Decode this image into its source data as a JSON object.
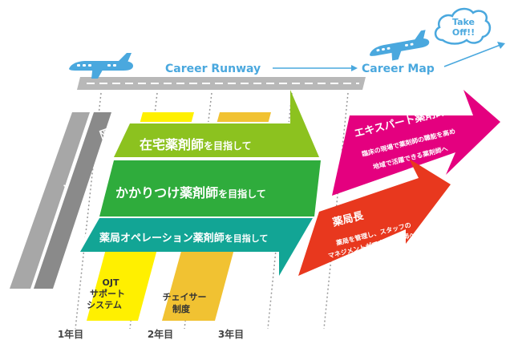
{
  "header": {
    "runway_label": "Career Runway",
    "map_label": "Career Map",
    "takeoff_line1": "Take",
    "takeoff_line2": "Off!!"
  },
  "stages": {
    "entry": "入社",
    "basics": "医療人としての心得基礎習得",
    "ojt": [
      "OJT",
      "サポート",
      "システム"
    ],
    "chaser": [
      "チェイサー",
      "制度"
    ]
  },
  "years": [
    "1年目",
    "2年目",
    "3年目"
  ],
  "paths": [
    {
      "main": "在宅薬剤師",
      "suffix": "を目指して"
    },
    {
      "main": "かかりつけ薬剤師",
      "suffix": "を目指して"
    },
    {
      "main": "薬局オペレーション薬剤師",
      "suffix": "を目指して"
    }
  ],
  "goals": {
    "expert": {
      "title": "エキスパート薬剤師",
      "desc": [
        "臨床の現場で薬剤師の職能を高め",
        "地域で活躍できる薬剤師へ"
      ]
    },
    "manager": {
      "title": "薬局長",
      "desc": [
        "薬局を管理し、スタッフの",
        "マネジメントができる薬剤師へ"
      ]
    }
  },
  "colors": {
    "sky": "#4aa8de",
    "runway": "#b8b8b8",
    "lime": "#8cc21f",
    "green": "#2fac3c",
    "teal": "#12a595",
    "yellow": "#fff000",
    "gold": "#f1c232",
    "magenta": "#e4007f",
    "red": "#e8381e",
    "grey": "#a7a7a7"
  }
}
